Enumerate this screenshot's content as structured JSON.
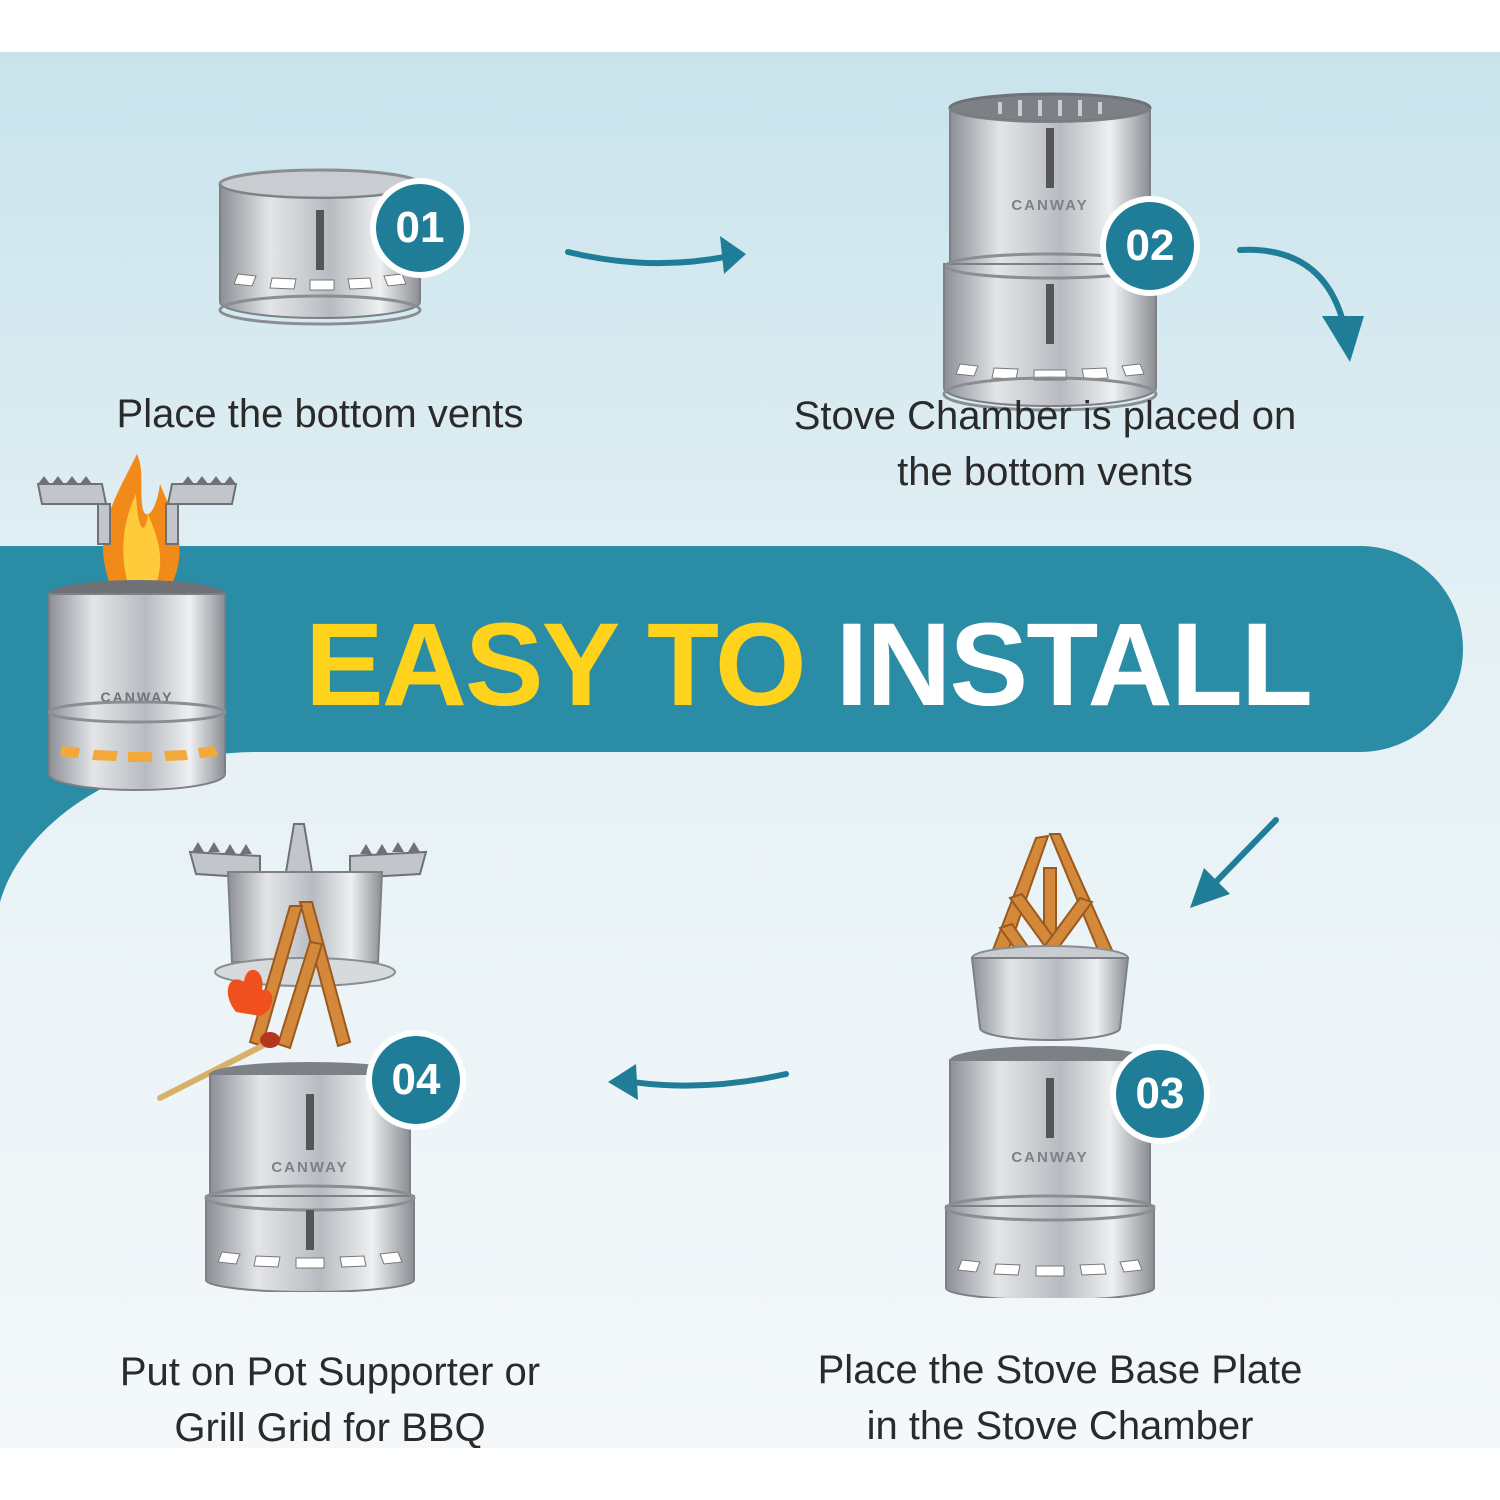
{
  "headline": {
    "part1": "EASY TO",
    "part2": "INSTALL"
  },
  "steps": [
    {
      "number": "01",
      "caption_lines": [
        "Place the bottom vents"
      ]
    },
    {
      "number": "02",
      "caption_lines": [
        "Stove Chamber is placed on",
        "the bottom vents"
      ]
    },
    {
      "number": "03",
      "caption_lines": [
        "Place the Stove Base Plate",
        "in the Stove Chamber"
      ]
    },
    {
      "number": "04",
      "caption_lines": [
        "Put on Pot Supporter or",
        "Grill Grid for BBQ"
      ]
    }
  ],
  "brand_mark": "CANWAY",
  "colors": {
    "accent_teal": "#2a8ca5",
    "badge_teal": "#1f7d97",
    "headline_yellow": "#ffd21c",
    "background_light": "#e6f1f5"
  }
}
